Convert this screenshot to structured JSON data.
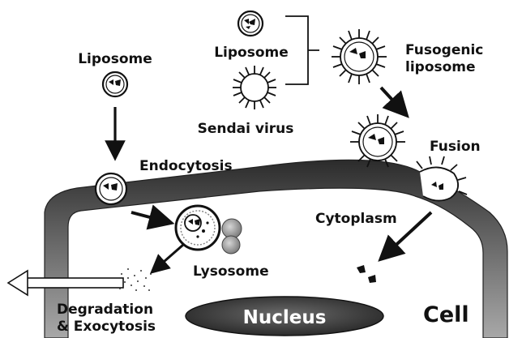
{
  "labels": {
    "liposome_left": "Liposome",
    "liposome_top": "Liposome",
    "sendai_virus": "Sendai virus",
    "fusogenic_line1": "Fusogenic",
    "fusogenic_line2": "liposome",
    "endocytosis": "Endocytosis",
    "fusion": "Fusion",
    "cytoplasm": "Cytoplasm",
    "lysosome": "Lysosome",
    "degradation_line1": "Degradation",
    "degradation_line2": "& Exocytosis",
    "nucleus": "Nucleus",
    "cell": "Cell"
  },
  "colors": {
    "ink": "#111111",
    "membrane_dark": "#2b2b2b",
    "membrane_light": "#9a9a9a",
    "nucleus_fill": "#3a3a3a",
    "lysosome_granule": "#9c9c9c"
  }
}
